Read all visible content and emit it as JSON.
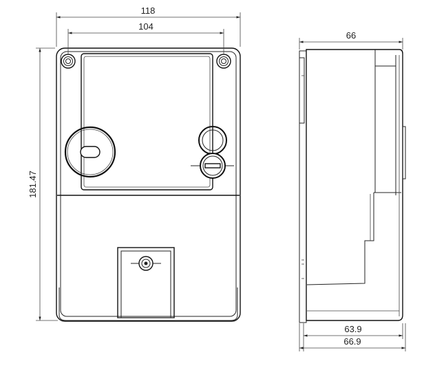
{
  "dimensions": {
    "front_total_width": "118",
    "front_inner_width": "104",
    "front_height": "181.47",
    "side_top_depth": "66",
    "side_bottom_inner_depth": "63.9",
    "side_bottom_outer_depth": "66.9"
  }
}
